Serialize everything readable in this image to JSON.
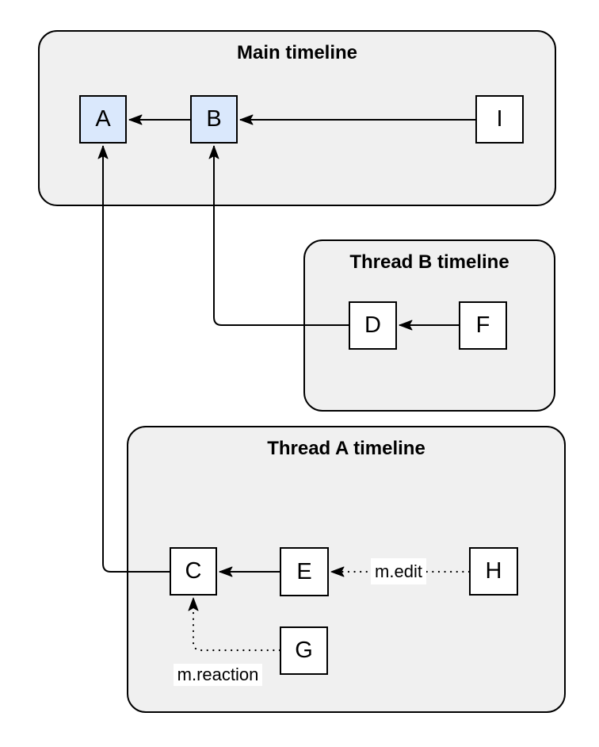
{
  "containers": {
    "main": {
      "title": "Main timeline"
    },
    "thread_b": {
      "title": "Thread B timeline"
    },
    "thread_a": {
      "title": "Thread A timeline"
    }
  },
  "nodes": {
    "A": {
      "label": "A",
      "container": "main",
      "highlighted": true
    },
    "B": {
      "label": "B",
      "container": "main",
      "highlighted": true
    },
    "I": {
      "label": "I",
      "container": "main",
      "highlighted": false
    },
    "D": {
      "label": "D",
      "container": "thread_b",
      "highlighted": false
    },
    "F": {
      "label": "F",
      "container": "thread_b",
      "highlighted": false
    },
    "C": {
      "label": "C",
      "container": "thread_a",
      "highlighted": false
    },
    "E": {
      "label": "E",
      "container": "thread_a",
      "highlighted": false
    },
    "H": {
      "label": "H",
      "container": "thread_a",
      "highlighted": false
    },
    "G": {
      "label": "G",
      "container": "thread_a",
      "highlighted": false
    }
  },
  "edges": [
    {
      "from": "B",
      "to": "A",
      "style": "solid",
      "label": ""
    },
    {
      "from": "I",
      "to": "B",
      "style": "solid",
      "label": ""
    },
    {
      "from": "D",
      "to": "B",
      "style": "solid",
      "label": ""
    },
    {
      "from": "F",
      "to": "D",
      "style": "solid",
      "label": ""
    },
    {
      "from": "E",
      "to": "C",
      "style": "solid",
      "label": ""
    },
    {
      "from": "C",
      "to": "A",
      "style": "solid",
      "label": ""
    },
    {
      "from": "H",
      "to": "E",
      "style": "dotted",
      "label": "m.edit"
    },
    {
      "from": "G",
      "to": "C",
      "style": "dotted",
      "label": "m.reaction"
    }
  ],
  "edge_labels": {
    "m_edit": {
      "text": "m.edit"
    },
    "m_reaction": {
      "text": "m.reaction"
    }
  },
  "colors": {
    "canvas_background": "#ffffff",
    "container_fill": "#f0f0f0",
    "container_stroke": "#000000",
    "node_fill": "#ffffff",
    "node_highlight_fill": "#dae8fc",
    "node_stroke": "#000000",
    "edge_stroke": "#000000",
    "edge_label_background": "#ffffff",
    "text_color": "#000000"
  }
}
